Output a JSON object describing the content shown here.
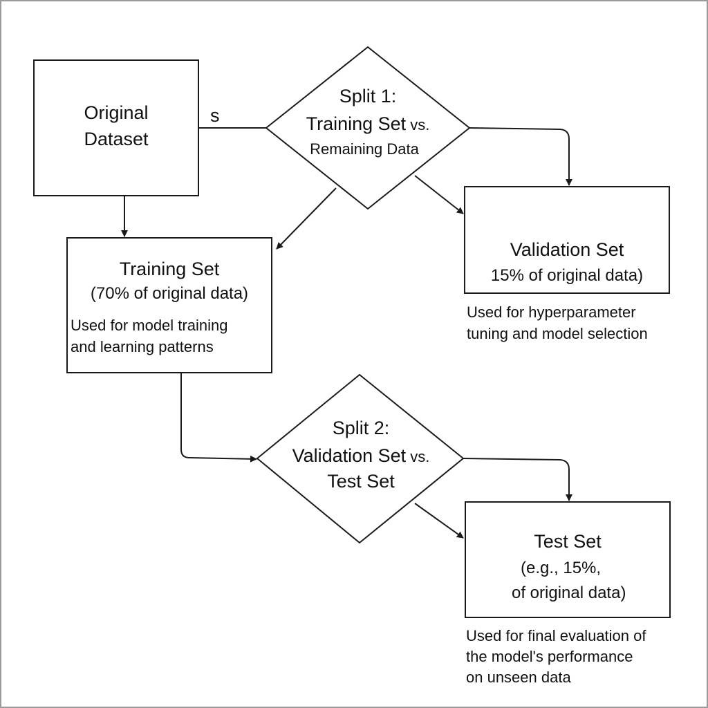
{
  "nodes": {
    "original_dataset": {
      "line1": "Original",
      "line2": "Dataset"
    },
    "split1": {
      "line1": "Split 1:",
      "line2_main": "Training Set",
      "line2_suffix": " vs.",
      "line3": "Remaining Data"
    },
    "training_set": {
      "title": "Training Set",
      "subtitle": "(70% of original data)",
      "note1": "Used for model training",
      "note2": "and learning patterns"
    },
    "validation_set": {
      "title": "Validation Set",
      "subtitle": "15% of original data)"
    },
    "validation_note": {
      "line1": "Used for hyperparameter",
      "line2": "tuning and model selection"
    },
    "split2": {
      "line1": "Split 2:",
      "line2_main": "Validation Set",
      "line2_suffix": " vs.",
      "line3": "Test Set"
    },
    "test_set": {
      "title": "Test Set",
      "subtitle1": "(e.g., 15%,",
      "subtitle2": "of original data)"
    },
    "test_note": {
      "line1": "Used for final evaluation of",
      "line2": "the model's performance",
      "line3": "on unseen data"
    }
  },
  "edge_labels": {
    "original_to_split1": "s"
  },
  "colors": {
    "stroke": "#1a1a1a",
    "frame": "#9a9a9a",
    "background": "#ffffff",
    "text": "#111111"
  }
}
